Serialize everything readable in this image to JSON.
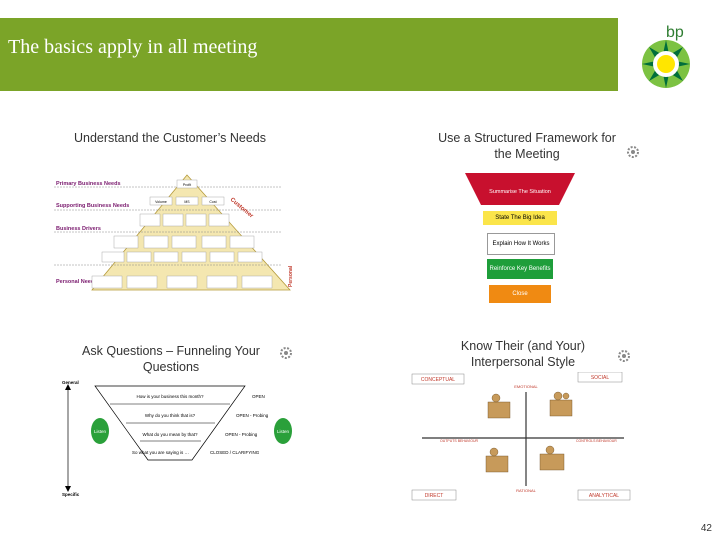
{
  "header": {
    "title": "The basics apply in all meeting",
    "logo_text": "bp"
  },
  "quadrants": {
    "needs": {
      "title": "Understand the Customer’s Needs",
      "labels": {
        "primary": "Primary Business Needs",
        "supporting": "Supporting Business Needs",
        "drivers": "Business Drivers",
        "personal": "Personal Needs",
        "profit": "Profit",
        "volume": "Volume",
        "ms": "MS",
        "cost": "Cost",
        "cust": "Customer",
        "personal_side": "Personal"
      }
    },
    "framework": {
      "title": "Use a Structured Framework for the Meeting",
      "steps": [
        "Summarise The Situation",
        "State The Big Idea",
        "Explain How It Works",
        "Reinforce Key Benefits",
        "Close"
      ]
    },
    "questions": {
      "title": "Ask Questions – Funneling Your Questions",
      "general": "General",
      "specific": "Specific",
      "listen_left": "Listen",
      "listen_right": "Listen",
      "q1": "How is your business this month?",
      "q1_tag": "OPEN",
      "q2": "Why do you think that is?",
      "q2_tag": "OPEN - Probing",
      "q3": "What do you mean by that?",
      "q3_tag": "OPEN - Probing",
      "q4": "So what you are saying is …",
      "q4_tag": "CLOSED / CLARIFYING"
    },
    "style": {
      "title": "Know Their (and Your) Interpersonal Style",
      "conceptual": "CONCEPTUAL",
      "social": "SOCIAL",
      "direct": "DIRECT",
      "analytical": "ANALYTICAL",
      "emotional": "EMOTIONAL",
      "rational": "RATIONAL",
      "left_label": "OUTPUTS BEHAVIOUR",
      "right_label": "CONTROLS BEHAVIOUR"
    }
  },
  "colors": {
    "banner": "#7ba428",
    "step1": "#c8102e",
    "step2": "#fbe54a",
    "step3": "#ffffff",
    "step4": "#1e9e3a",
    "step5": "#f08a12",
    "pyramid": "#f4e7b0",
    "listen": "#2aa03a"
  },
  "page_number": "42"
}
